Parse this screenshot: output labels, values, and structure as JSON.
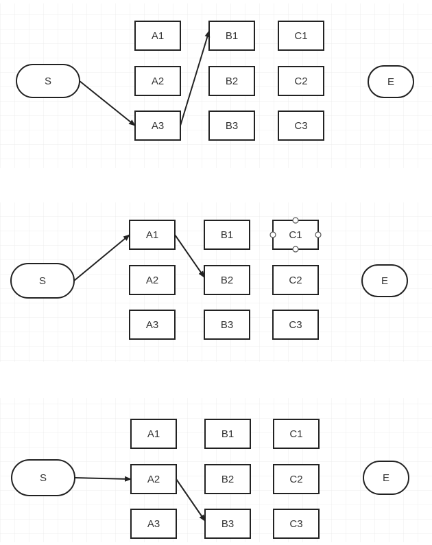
{
  "labels": {
    "start": "S",
    "end": "E",
    "nodes": [
      "A1",
      "A2",
      "A3",
      "B1",
      "B2",
      "B3",
      "C1",
      "C2",
      "C3"
    ]
  },
  "colors": {
    "background": "#ffffff",
    "grid_minor": "#ececec",
    "grid_major": "#e2e2e2",
    "stroke": "#222222",
    "text": "#333333",
    "handle_fill": "#ffffff",
    "handle_stroke": "#555555"
  },
  "panels": [
    {
      "id": "panel-1",
      "path": [
        "S",
        "A3",
        "B1"
      ],
      "selected": null
    },
    {
      "id": "panel-2",
      "path": [
        "S",
        "A1",
        "B2"
      ],
      "selected": "C1"
    },
    {
      "id": "panel-3",
      "path": [
        "S",
        "A2",
        "B3"
      ],
      "selected": null
    }
  ]
}
